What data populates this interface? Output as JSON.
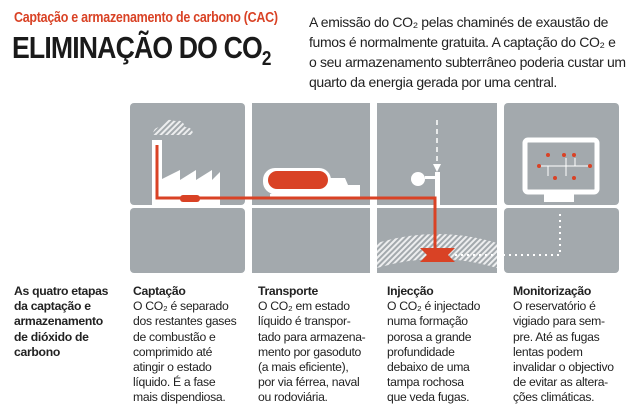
{
  "header": {
    "subtitle": "Captação e armazenamento de carbono (CAC)",
    "title": "ELIMINAÇÃO DO CO",
    "title_sub": "2"
  },
  "intro": [
    "A emissão do CO₂ pelas chaminés de exaustão de",
    "fumos é normalmente gratuita. A captação do CO₂ e",
    "o seu armazenamento subterrâneo poderia custar um",
    "quarto da energia gerada por uma central."
  ],
  "overview": [
    "As quatro etapas",
    "da captação e",
    "armazenamento",
    "de dióxido de",
    "carbono"
  ],
  "stages": [
    {
      "title": "Captação",
      "lines": [
        "O CO₂  é separado",
        "dos restantes gases",
        "de combustão e",
        "comprimido até",
        "atingir o estado",
        "líquido. É a fase",
        "mais dispendiosa."
      ]
    },
    {
      "title": "Transporte",
      "lines": [
        "O CO₂ em estado",
        "líquido é transpor-",
        "tado para armazena-",
        "mento por gasoduto",
        "(a mais eficiente),",
        "por via férrea, naval",
        "ou rodoviária."
      ]
    },
    {
      "title": "Injecção",
      "lines": [
        "O CO₂ é injectado",
        "numa formação",
        "porosa a grande",
        "profundidade",
        "debaixo de uma",
        "tampa rochosa",
        "que veda fugas."
      ]
    },
    {
      "title": "Monitorização",
      "lines": [
        "O reservatório é",
        "vigiado para sem-",
        "pre. Até as fugas",
        "lentas podem",
        "invalidar o objectivo",
        "de evitar as altera-",
        "ções climáticas."
      ]
    }
  ],
  "colors": {
    "accent": "#d94225",
    "panel": "#a3a9ad"
  }
}
